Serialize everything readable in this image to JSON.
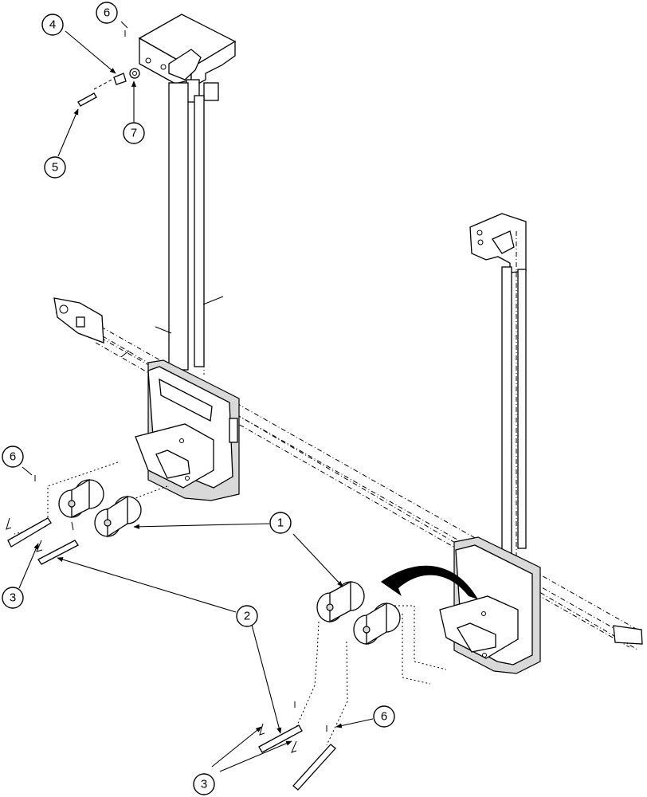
{
  "callouts": [
    {
      "id": "c1",
      "label": "1"
    },
    {
      "id": "c2",
      "label": "2"
    },
    {
      "id": "c3a",
      "label": "3"
    },
    {
      "id": "c3b",
      "label": "3"
    },
    {
      "id": "c4",
      "label": "4"
    },
    {
      "id": "c5",
      "label": "5"
    },
    {
      "id": "c6a",
      "label": "6"
    },
    {
      "id": "c6b",
      "label": "6"
    },
    {
      "id": "c6c",
      "label": "6"
    },
    {
      "id": "c7",
      "label": "7"
    }
  ]
}
